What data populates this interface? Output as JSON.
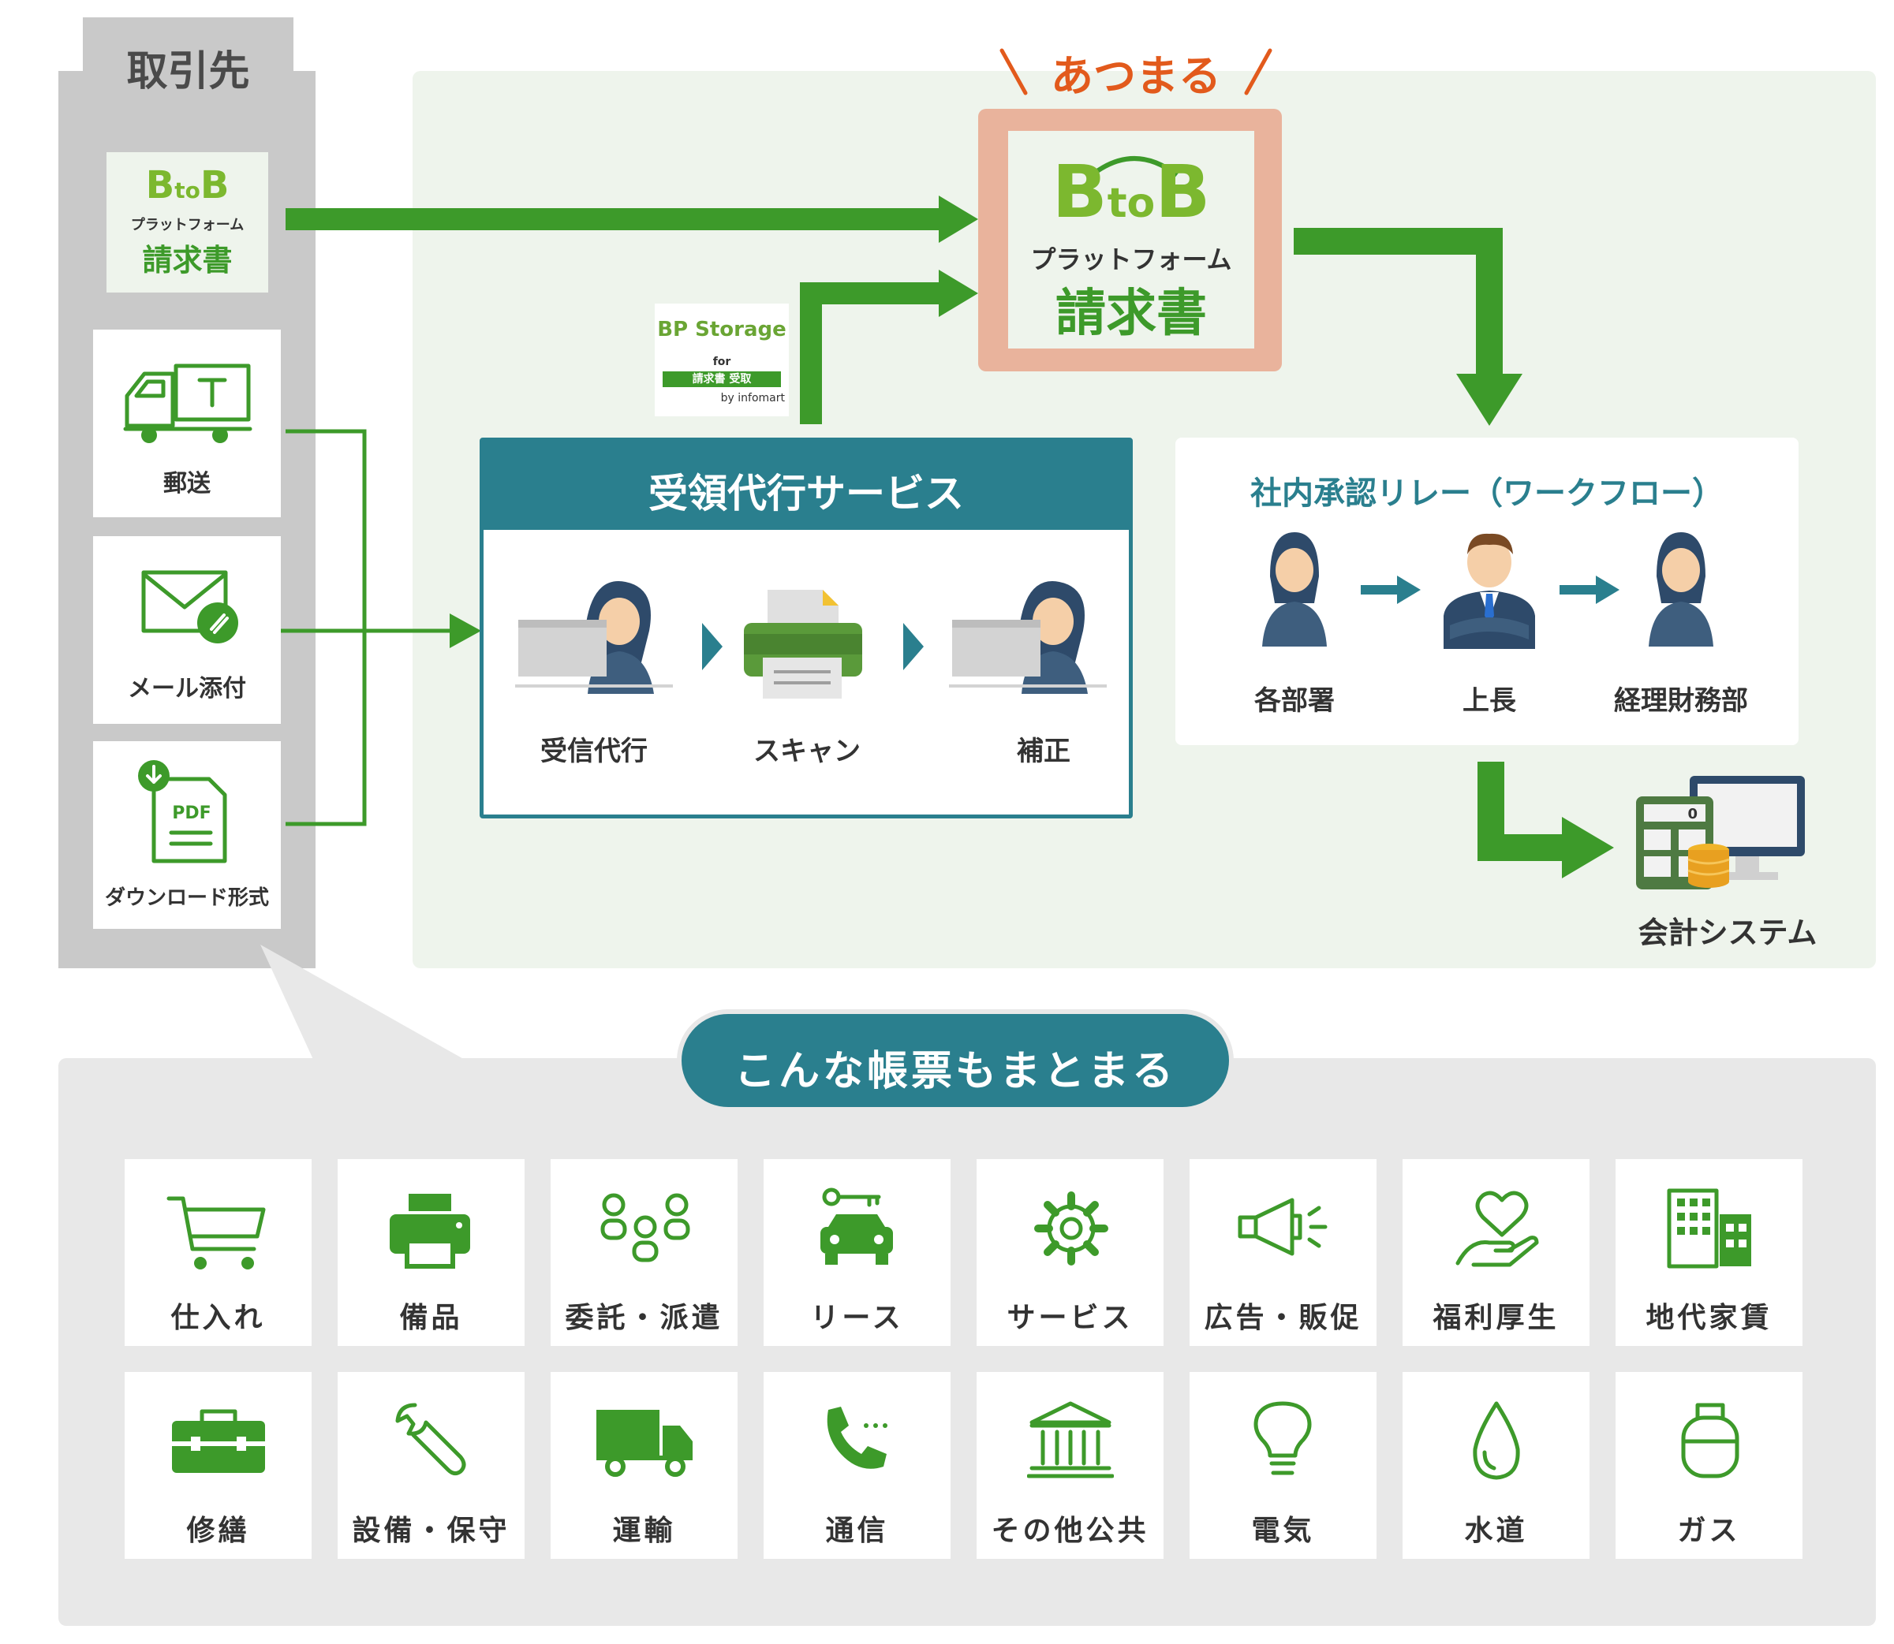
{
  "colors": {
    "green": "#3d9a2a",
    "lightGreenBg": "#eef4ec",
    "gray": "#c9c9c9",
    "lightGray": "#e8e8e8",
    "teal": "#2a7f8e",
    "orange": "#e25a1c",
    "salmon": "#e9b39c"
  },
  "senders": {
    "title": "取引先",
    "btob": {
      "b1": "B",
      "to": "to",
      "b2": "B",
      "sub": "プラットフォーム",
      "name": "請求書"
    },
    "items": [
      {
        "label": "郵送"
      },
      {
        "label": "メール添付"
      },
      {
        "label": "ダウンロード形式"
      }
    ]
  },
  "bpstorage": {
    "title": "BP Storage",
    "for": "for",
    "band": "請求書 受取",
    "by": "by infomart"
  },
  "hub": {
    "callout": "あつまる",
    "b1": "B",
    "to": "to",
    "b2": "B",
    "sub": "プラットフォーム",
    "name": "請求書"
  },
  "receiving": {
    "title": "受領代行サービス",
    "steps": [
      {
        "label": "受信代行"
      },
      {
        "label": "スキャン"
      },
      {
        "label": "補正"
      }
    ]
  },
  "workflow": {
    "title": "社内承認リレー（ワークフロー）",
    "steps": [
      {
        "label": "各部署"
      },
      {
        "label": "上長"
      },
      {
        "label": "経理財務部"
      }
    ]
  },
  "accounting": {
    "label": "会計システム",
    "display": "0"
  },
  "forms": {
    "title": "こんな帳票もまとまる",
    "items": [
      {
        "label": "仕入れ",
        "icon": "cart-icon"
      },
      {
        "label": "備品",
        "icon": "printer-icon"
      },
      {
        "label": "委託・派遣",
        "icon": "people-icon"
      },
      {
        "label": "リース",
        "icon": "car-key-icon"
      },
      {
        "label": "サービス",
        "icon": "gear-icon"
      },
      {
        "label": "広告・販促",
        "icon": "megaphone-icon"
      },
      {
        "label": "福利厚生",
        "icon": "heart-hand-icon"
      },
      {
        "label": "地代家賃",
        "icon": "building-icon"
      },
      {
        "label": "修繕",
        "icon": "toolbox-icon"
      },
      {
        "label": "設備・保守",
        "icon": "wrench-icon"
      },
      {
        "label": "運輸",
        "icon": "truck-icon"
      },
      {
        "label": "通信",
        "icon": "phone-icon"
      },
      {
        "label": "その他公共",
        "icon": "public-building-icon"
      },
      {
        "label": "電気",
        "icon": "bulb-icon"
      },
      {
        "label": "水道",
        "icon": "water-drop-icon"
      },
      {
        "label": "ガス",
        "icon": "gas-tank-icon"
      }
    ]
  }
}
